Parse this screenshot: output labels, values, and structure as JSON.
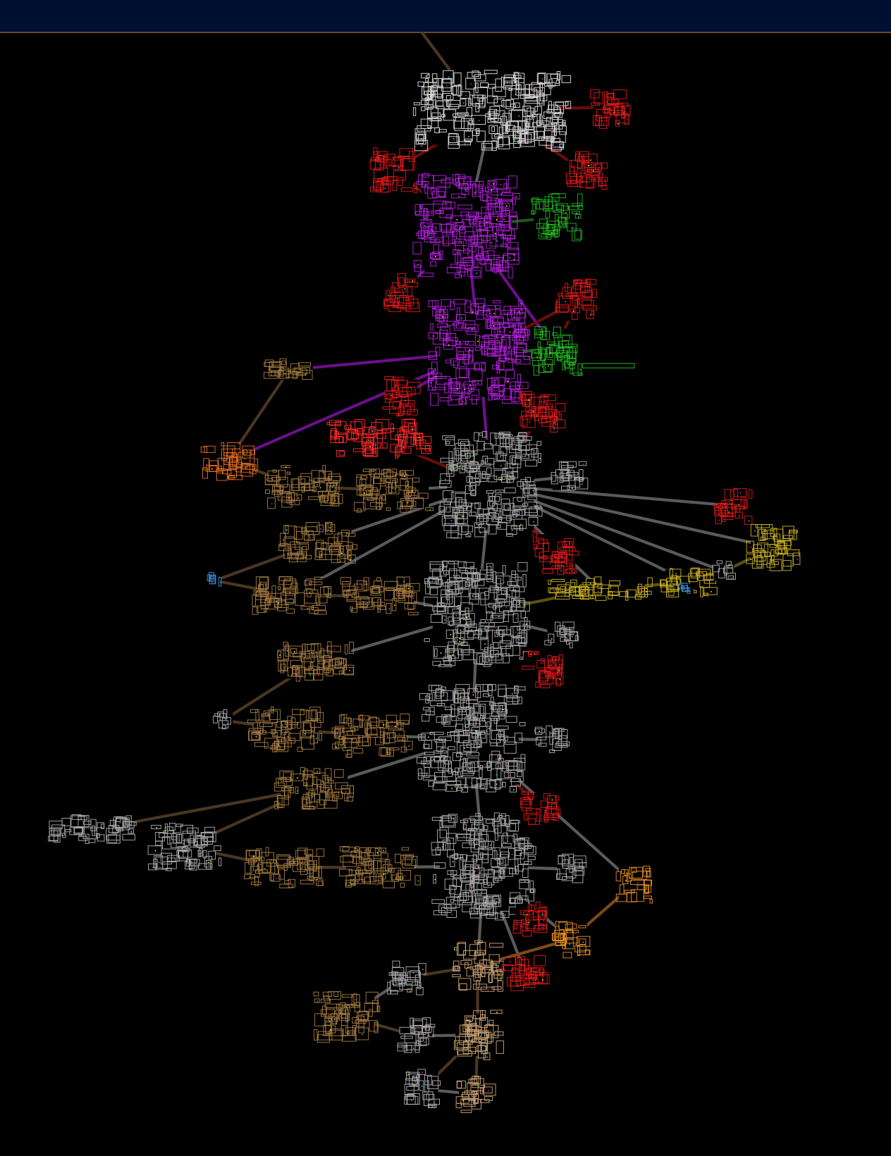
{
  "header": {
    "background": "#001033",
    "border": "#6b4a28"
  },
  "palette": {
    "main": "#d8d8d8",
    "gray": "#a8a8a8",
    "purple": "#b020d8",
    "green": "#20b020",
    "red": "#d81818",
    "brightred": "#ff2a2a",
    "orange": "#e06a20",
    "amber": "#e08a20",
    "yellow": "#c8b020",
    "blue": "#3a8ad8",
    "brown": "#a07840",
    "tan": "#c8a070"
  },
  "link_colors": {
    "gray": "#5a5a5a",
    "purple": "#6a108a",
    "red": "#6a0c0c",
    "green": "#1a5a1a",
    "brown": "#4a3620",
    "yellow": "#5a5010",
    "orange": "#7a4a18"
  },
  "zones": [
    {
      "kind": "main"
    },
    {
      "kind": "red"
    },
    {
      "kind": "red"
    },
    {
      "kind": "red"
    },
    {
      "kind": "purple"
    },
    {
      "kind": "green"
    },
    {
      "kind": "red"
    },
    {
      "kind": "red"
    },
    {
      "kind": "purple"
    },
    {
      "kind": "green"
    },
    {
      "kind": "brown"
    },
    {
      "kind": "red"
    },
    {
      "kind": "red"
    },
    {
      "kind": "brightred"
    },
    {
      "kind": "orange"
    },
    {
      "kind": "gray"
    },
    {
      "kind": "brown"
    },
    {
      "kind": "brown"
    },
    {
      "kind": "gray"
    },
    {
      "kind": "red"
    },
    {
      "kind": "yellow"
    },
    {
      "kind": "brown"
    },
    {
      "kind": "blue"
    },
    {
      "kind": "brown"
    },
    {
      "kind": "brown"
    },
    {
      "kind": "gray"
    },
    {
      "kind": "red"
    },
    {
      "kind": "yellow"
    },
    {
      "kind": "yellow"
    },
    {
      "kind": "gray"
    },
    {
      "kind": "gray"
    },
    {
      "kind": "red"
    },
    {
      "kind": "brown"
    },
    {
      "kind": "gray"
    },
    {
      "kind": "brown"
    },
    {
      "kind": "brown"
    },
    {
      "kind": "gray"
    },
    {
      "kind": "gray"
    },
    {
      "kind": "brown"
    },
    {
      "kind": "red"
    },
    {
      "kind": "gray"
    },
    {
      "kind": "gray"
    },
    {
      "kind": "brown"
    },
    {
      "kind": "brown"
    },
    {
      "kind": "gray"
    },
    {
      "kind": "gray"
    },
    {
      "kind": "amber"
    },
    {
      "kind": "red"
    },
    {
      "kind": "amber"
    },
    {
      "kind": "tan"
    },
    {
      "kind": "gray"
    },
    {
      "kind": "red"
    },
    {
      "kind": "brown"
    },
    {
      "kind": "gray"
    },
    {
      "kind": "tan"
    },
    {
      "kind": "gray"
    },
    {
      "kind": "tan"
    },
    {
      "kind": "blue"
    }
  ]
}
